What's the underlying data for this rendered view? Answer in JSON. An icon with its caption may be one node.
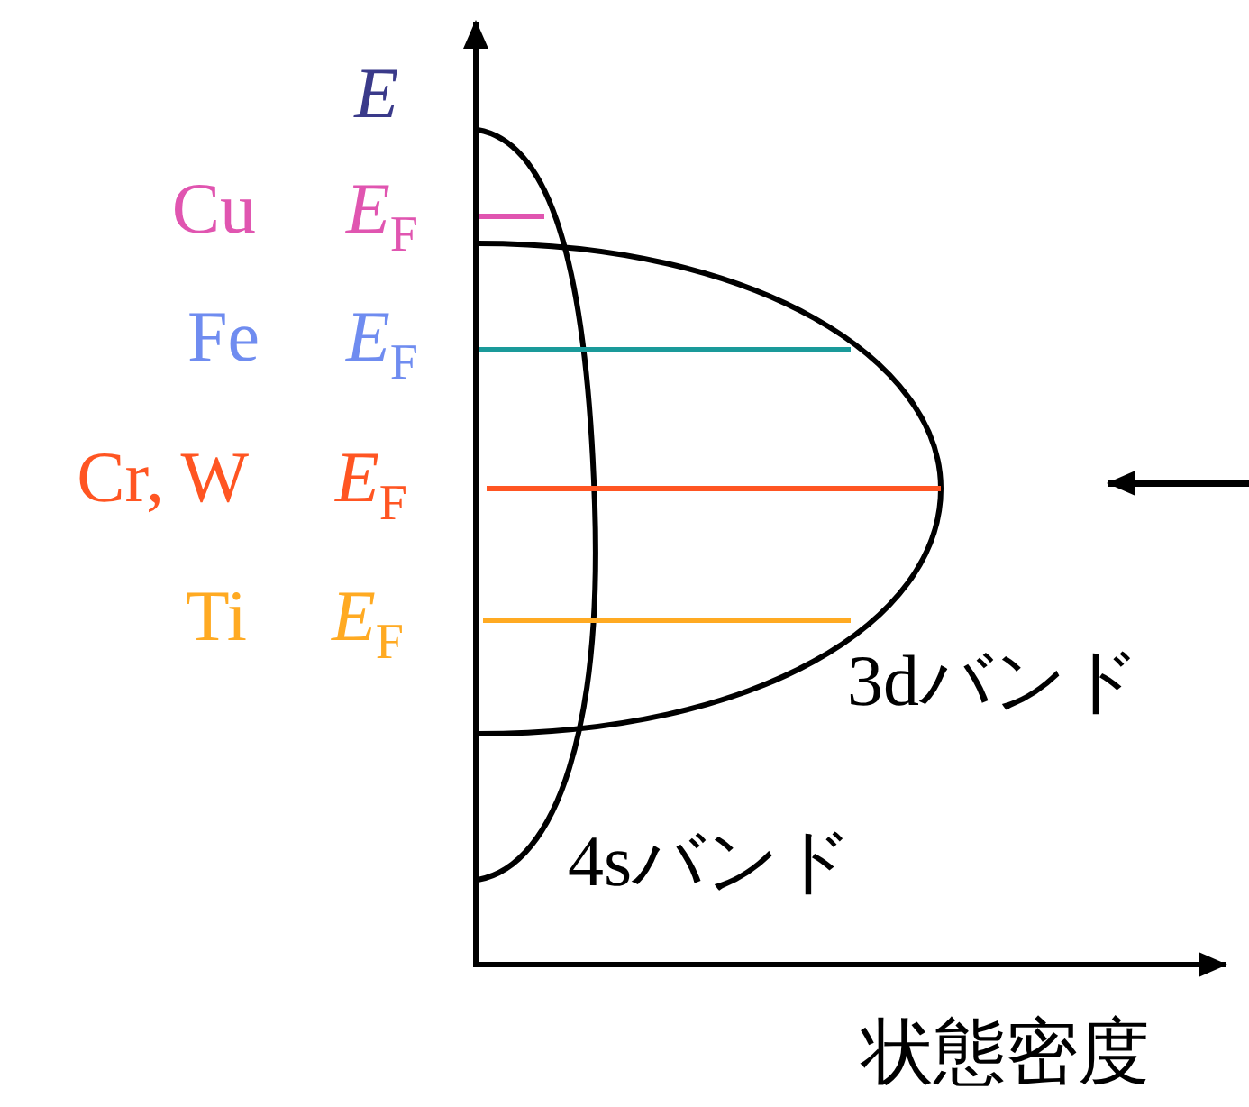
{
  "diagram": {
    "labels": [
      "E",
      "Cu",
      "*E*$_{F}$",
      "Fe",
      "*E*$_{F}$",
      "Cr, W",
      "*E*$_{F}$",
      "Ti",
      "*E*$_{F}$",
      "3dバンド",
      "4sバンド",
      "状態密度"
    ]
  }
}
